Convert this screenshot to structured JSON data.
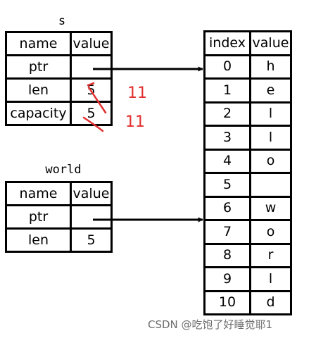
{
  "s": {
    "label": "s",
    "headers": [
      "name",
      "value"
    ],
    "rows": [
      {
        "name": "ptr",
        "value": ""
      },
      {
        "name": "len",
        "value": "5"
      },
      {
        "name": "capacity",
        "value": "5"
      }
    ]
  },
  "world": {
    "label": "world",
    "headers": [
      "name",
      "value"
    ],
    "rows": [
      {
        "name": "ptr",
        "value": ""
      },
      {
        "name": "len",
        "value": "5"
      }
    ]
  },
  "heap": {
    "headers": [
      "index",
      "value"
    ],
    "rows": [
      {
        "index": "0",
        "value": "h"
      },
      {
        "index": "1",
        "value": "e"
      },
      {
        "index": "2",
        "value": "l"
      },
      {
        "index": "3",
        "value": "l"
      },
      {
        "index": "4",
        "value": "o"
      },
      {
        "index": "5",
        "value": ""
      },
      {
        "index": "6",
        "value": "w"
      },
      {
        "index": "7",
        "value": "o"
      },
      {
        "index": "8",
        "value": "r"
      },
      {
        "index": "9",
        "value": "l"
      },
      {
        "index": "10",
        "value": "d"
      }
    ]
  },
  "annotations": {
    "len_new": "11",
    "capacity_new": "11",
    "color": "#e23030"
  },
  "watermark": "CSDN @吃饱了好睡觉耶1"
}
